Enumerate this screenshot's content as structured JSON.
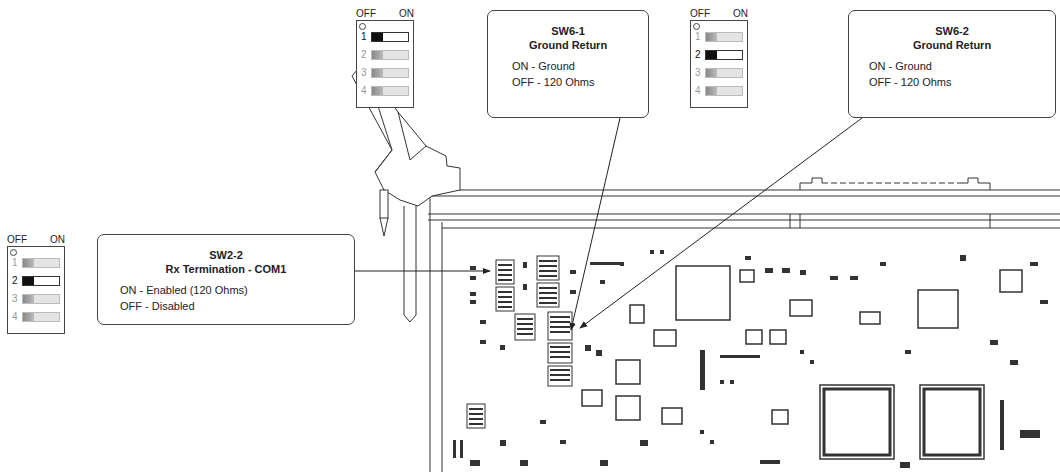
{
  "diagram": {
    "nodes": [
      {
        "text": [
          "OFF",
          "ON",
          "1",
          "2",
          "3",
          "4"
        ]
      },
      {
        "text": [
          "SW6-1",
          "Ground Return",
          "ON - Ground",
          "OFF - 120 Ohms"
        ]
      },
      {
        "text": [
          "OFF",
          "ON",
          "1",
          "2",
          "3",
          "4"
        ]
      },
      {
        "text": [
          "SW6-2",
          "Ground Return",
          "ON - Ground",
          "OFF - 120 Ohms"
        ]
      },
      {
        "text": [
          "OFF",
          "ON",
          "1",
          "2",
          "3",
          "4"
        ]
      },
      {
        "text": [
          "SW2-2",
          "Rx Termination - COM1",
          "ON - Enabled (120 Ohms)",
          "OFF - Disabled"
        ]
      }
    ]
  }
}
